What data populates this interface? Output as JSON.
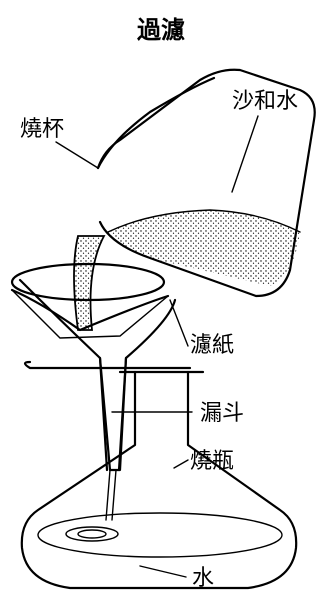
{
  "title": "過濾",
  "labels": {
    "beaker": "燒杯",
    "sand_water": "沙和水",
    "filter_paper": "濾紙",
    "funnel": "漏斗",
    "flask": "燒瓶",
    "water": "水"
  }
}
